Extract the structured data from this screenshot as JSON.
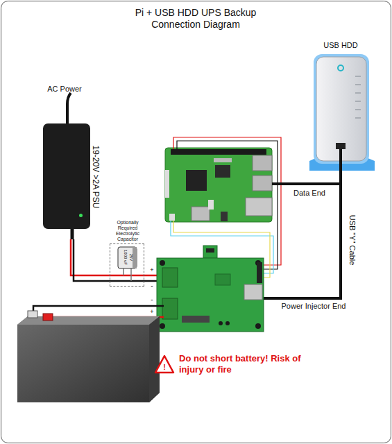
{
  "diagram": {
    "title": "Pi + USB HDD UPS Backup Connection Diagram",
    "nodes": [
      {
        "text": [
          "AC Power",
          "19-20V >2A PSU"
        ]
      },
      {
        "text": [
          "USB HDD"
        ]
      },
      {
        "text": [
          "Optionally Required Electrolytic Capacitor"
        ]
      }
    ],
    "labels": [
      "Data End",
      "USB \"Y\" Cable",
      "Power Injector End",
      "+",
      "-",
      "-",
      "+",
      "1000 uF",
      "25V",
      "!",
      "Do not short battery! Risk of injury or fire"
    ]
  }
}
